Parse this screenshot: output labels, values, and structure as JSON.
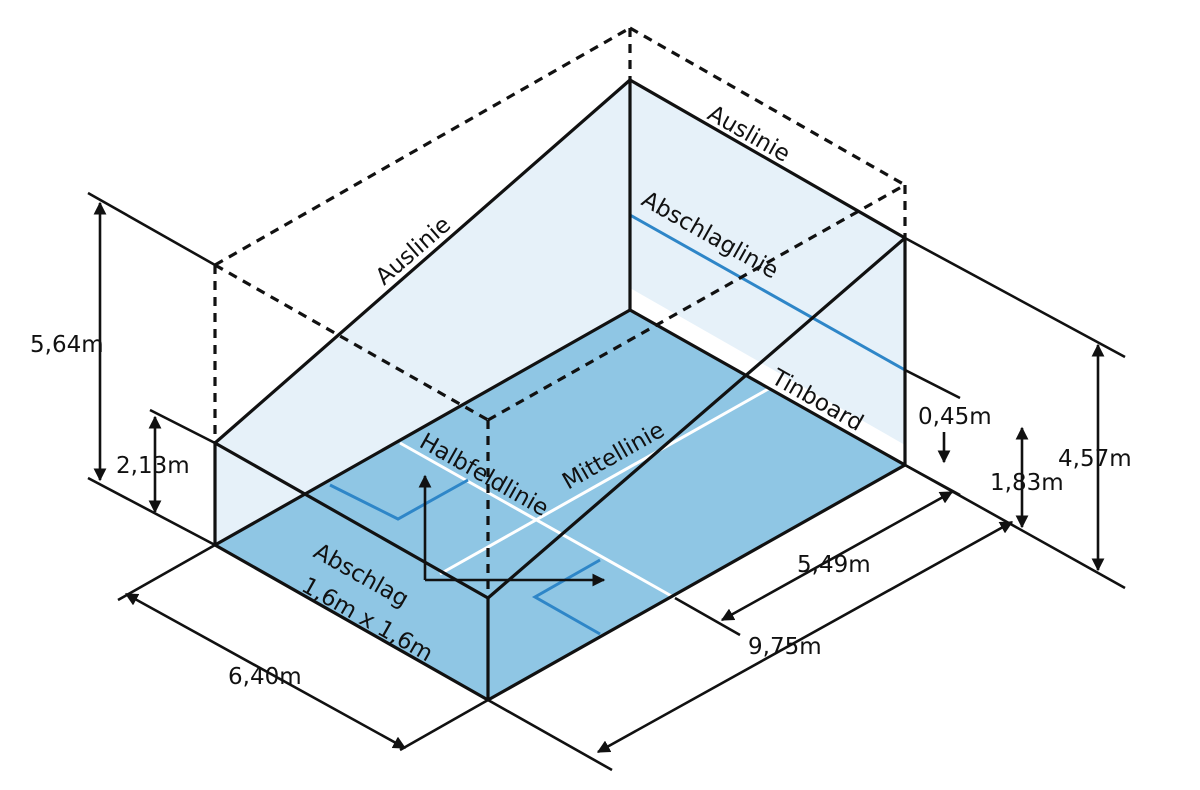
{
  "colors": {
    "wall_fill": "#e3f0f8",
    "floor_fill": "#8fc6e4",
    "line_blue": "#2e86c8",
    "line_white": "#ffffff",
    "ink": "#111111"
  },
  "labels": {
    "auslinie_left": "Auslinie",
    "auslinie_right": "Auslinie",
    "abschlaglinie": "Abschlaglinie",
    "tinboard": "Tinboard",
    "halbfeldlinie": "Halbfeldlinie",
    "mittellinie": "Mittellinie",
    "abschlag_line1": "Abschlag",
    "abschlag_line2": "1,6m x 1,6m"
  },
  "dimensions": {
    "height_side_wall": "5,64m",
    "height_back_line": "2,13m",
    "tin_height": "0,45m",
    "service_line_height": "1,83m",
    "front_out_line_height": "4,57m",
    "width": "6,40m",
    "half_court_length": "5,49m",
    "length": "9,75m"
  }
}
